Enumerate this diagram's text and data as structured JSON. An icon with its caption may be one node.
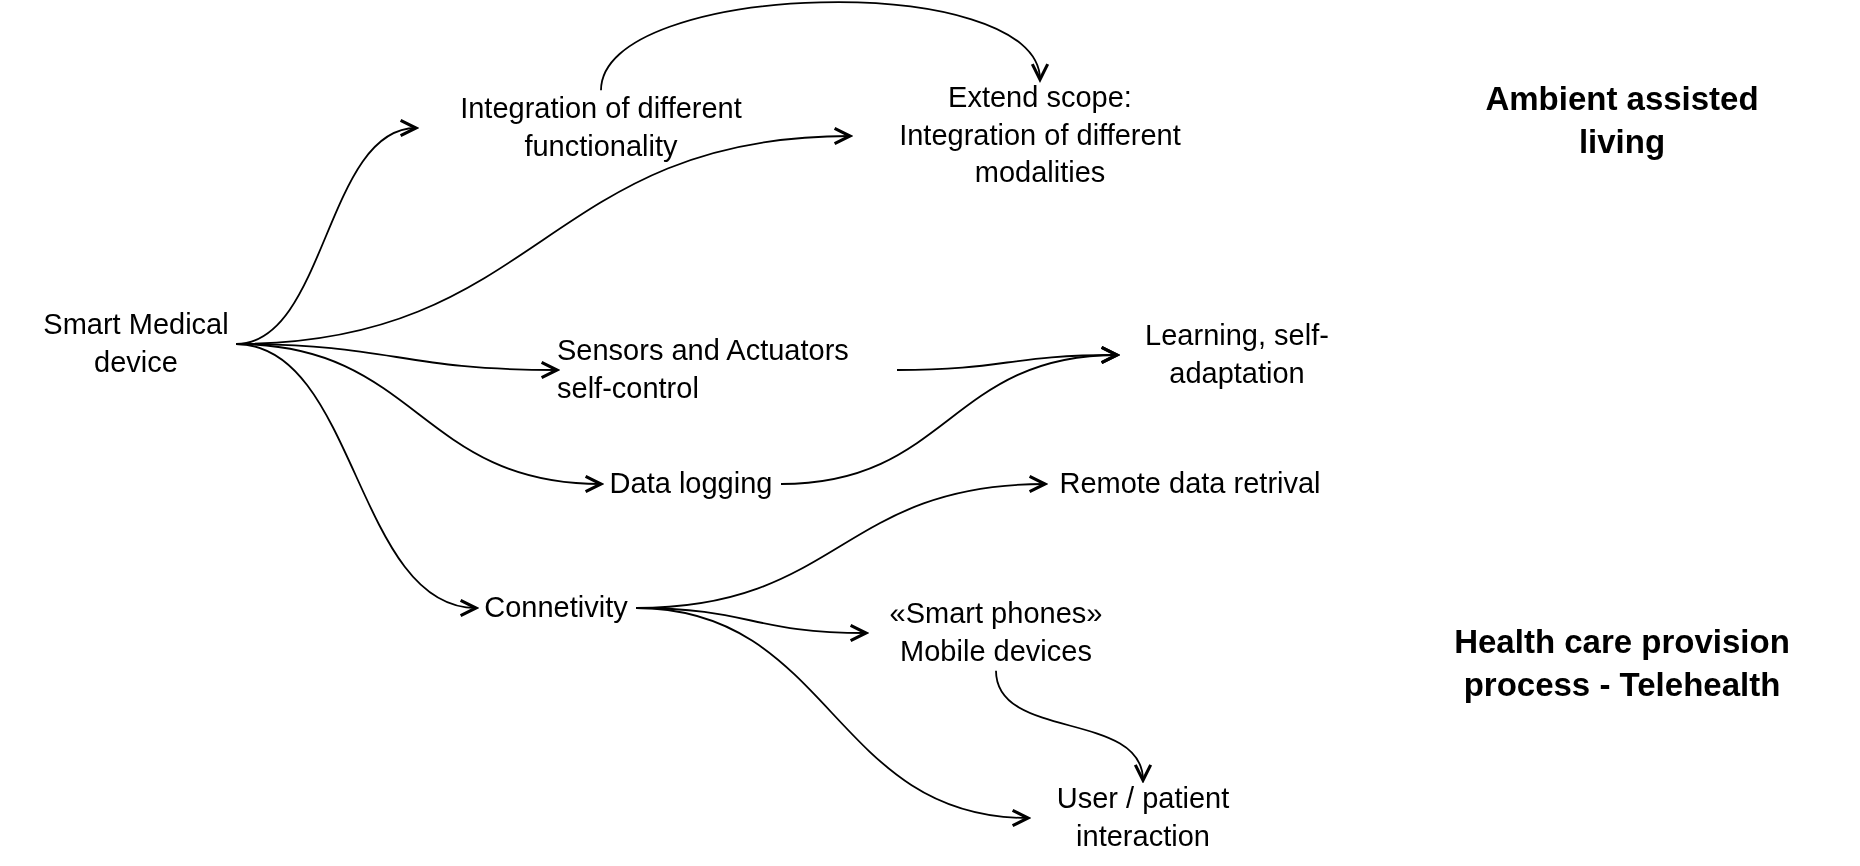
{
  "diagram": {
    "nodes": [
      {
        "text": [
          "Smart Medical device"
        ]
      },
      {
        "text": [
          "Integration of different functionality"
        ]
      },
      {
        "text": [
          "Extend scope:",
          "Integration of different modalities"
        ]
      },
      {
        "text": [
          "Sensors and Actuators self-control"
        ]
      },
      {
        "text": [
          "Learning, self-adaptation"
        ]
      },
      {
        "text": [
          "Data logging"
        ]
      },
      {
        "text": [
          "Remote data retrival"
        ]
      },
      {
        "text": [
          "Connetivity"
        ]
      },
      {
        "text": [
          "«Smart phones» Mobile devices"
        ]
      },
      {
        "text": [
          "User / patient interaction"
        ]
      }
    ],
    "edges": [
      {
        "from": 0,
        "to": 1,
        "arrow": "to"
      },
      {
        "from": 0,
        "to": 2,
        "arrow": "to"
      },
      {
        "from": 0,
        "to": 3,
        "arrow": "to"
      },
      {
        "from": 0,
        "to": 5,
        "arrow": "to"
      },
      {
        "from": 0,
        "to": 7,
        "arrow": "to"
      },
      {
        "from": 1,
        "to": 2,
        "arrow": "to"
      },
      {
        "from": 3,
        "to": 4,
        "arrow": "to"
      },
      {
        "from": 5,
        "to": 4,
        "arrow": "to"
      },
      {
        "from": 7,
        "to": 6,
        "arrow": "to"
      },
      {
        "from": 7,
        "to": 8,
        "arrow": "to"
      },
      {
        "from": 7,
        "to": 9,
        "arrow": "to"
      },
      {
        "from": 8,
        "to": 9,
        "arrow": "to"
      }
    ],
    "labels": [
      "Ambient assisted living",
      "Health care provision process - Telehealth"
    ]
  }
}
